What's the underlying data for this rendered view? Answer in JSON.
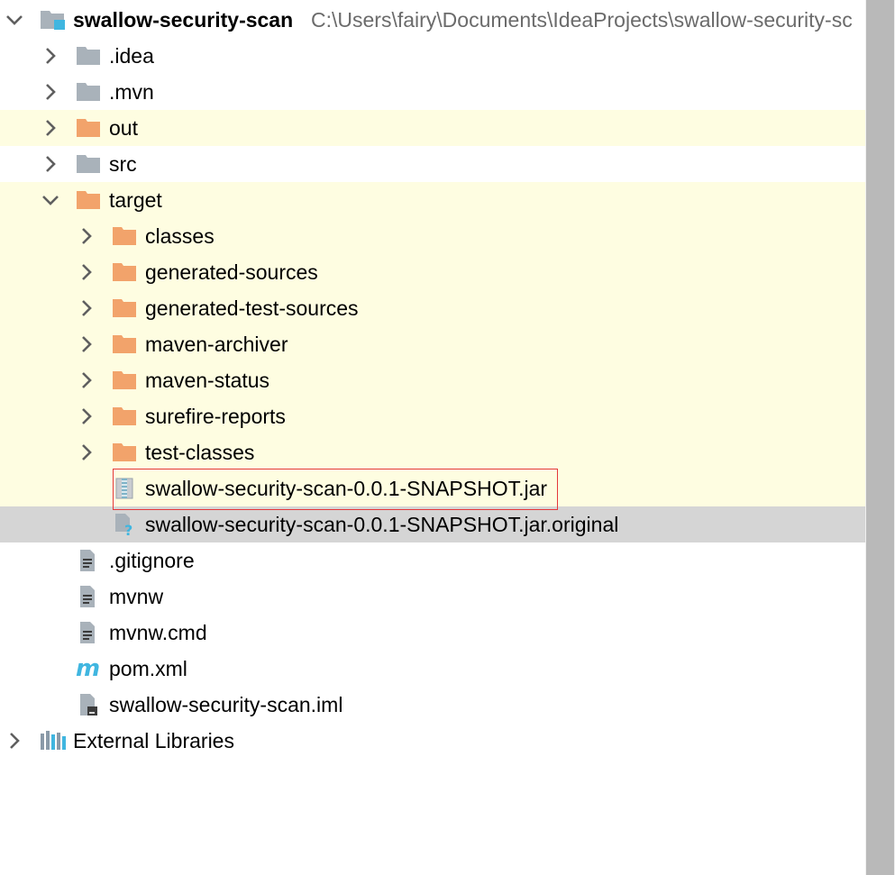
{
  "project": {
    "name": "swallow-security-scan",
    "path": "C:\\Users\\fairy\\Documents\\IdeaProjects\\swallow-security-sc"
  },
  "tree": [
    {
      "label": "swallow-security-scan",
      "icon": "module-folder-icon",
      "arrow": "expanded",
      "depth": 0,
      "bold": true
    },
    {
      "label": ".idea",
      "icon": "folder-gray-icon",
      "arrow": "collapsed",
      "depth": 1
    },
    {
      "label": ".mvn",
      "icon": "folder-gray-icon",
      "arrow": "collapsed",
      "depth": 1
    },
    {
      "label": "out",
      "icon": "folder-orange-icon",
      "arrow": "collapsed",
      "depth": 1,
      "state": "excluded"
    },
    {
      "label": "src",
      "icon": "folder-gray-icon",
      "arrow": "collapsed",
      "depth": 1
    },
    {
      "label": "target",
      "icon": "folder-orange-icon",
      "arrow": "expanded",
      "depth": 1,
      "state": "excluded"
    },
    {
      "label": "classes",
      "icon": "folder-orange-icon",
      "arrow": "collapsed",
      "depth": 2,
      "state": "excluded"
    },
    {
      "label": "generated-sources",
      "icon": "folder-orange-icon",
      "arrow": "collapsed",
      "depth": 2,
      "state": "excluded"
    },
    {
      "label": "generated-test-sources",
      "icon": "folder-orange-icon",
      "arrow": "collapsed",
      "depth": 2,
      "state": "excluded"
    },
    {
      "label": "maven-archiver",
      "icon": "folder-orange-icon",
      "arrow": "collapsed",
      "depth": 2,
      "state": "excluded"
    },
    {
      "label": "maven-status",
      "icon": "folder-orange-icon",
      "arrow": "collapsed",
      "depth": 2,
      "state": "excluded"
    },
    {
      "label": "surefire-reports",
      "icon": "folder-orange-icon",
      "arrow": "collapsed",
      "depth": 2,
      "state": "excluded"
    },
    {
      "label": "test-classes",
      "icon": "folder-orange-icon",
      "arrow": "collapsed",
      "depth": 2,
      "state": "excluded"
    },
    {
      "label": "swallow-security-scan-0.0.1-SNAPSHOT.jar",
      "icon": "jar-archive-icon",
      "arrow": "none",
      "depth": 2,
      "state": "excluded",
      "highlight": true
    },
    {
      "label": "swallow-security-scan-0.0.1-SNAPSHOT.jar.original",
      "icon": "unknown-file-icon",
      "arrow": "none",
      "depth": 2,
      "state": "selected"
    },
    {
      "label": ".gitignore",
      "icon": "text-file-icon",
      "arrow": "none",
      "depth": 1
    },
    {
      "label": "mvnw",
      "icon": "text-file-icon",
      "arrow": "none",
      "depth": 1
    },
    {
      "label": "mvnw.cmd",
      "icon": "text-file-icon",
      "arrow": "none",
      "depth": 1
    },
    {
      "label": "pom.xml",
      "icon": "maven-icon",
      "arrow": "none",
      "depth": 1
    },
    {
      "label": "swallow-security-scan.iml",
      "icon": "iml-file-icon",
      "arrow": "none",
      "depth": 1
    },
    {
      "label": "External Libraries",
      "icon": "libraries-icon",
      "arrow": "collapsed",
      "depth": 0
    }
  ],
  "colors": {
    "excluded_bg": "#fefde1",
    "selected_bg": "#d5d5d5",
    "folder_gray": "#a9b2ba",
    "folder_orange": "#f2a36b",
    "maven_blue": "#40b6e0",
    "highlight_border": "#e5383b",
    "path_text": "#6b6b6b"
  }
}
